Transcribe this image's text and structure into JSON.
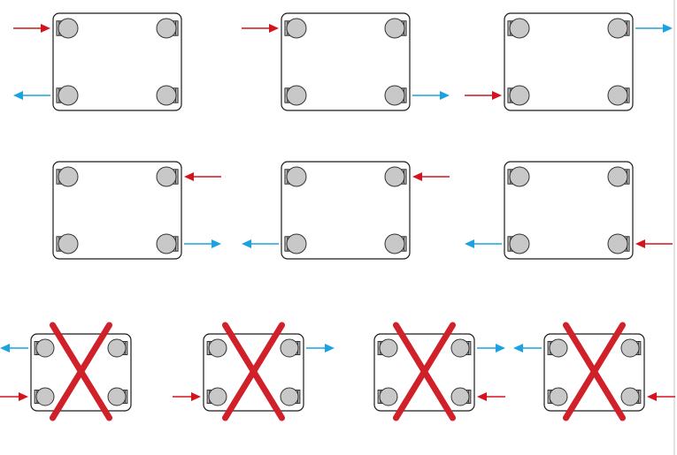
{
  "colors": {
    "supply_arrow": "#d3141d",
    "return_arrow": "#1aa3e0",
    "invalid_cross": "#d0202a",
    "valve_fill": "#c8c8c8",
    "frame": "#1a1a1a"
  },
  "icons": {
    "valve": "radiator-valve-icon",
    "supply": "supply-arrow-icon",
    "return": "return-arrow-icon",
    "invalid": "invalid-cross-icon"
  },
  "rows": [
    {
      "size": "large",
      "valid": true,
      "items": [
        {
          "supply": "top-left",
          "return": "bottom-left"
        },
        {
          "supply": "top-left",
          "return": "bottom-right"
        },
        {
          "supply": "bottom-left",
          "return": "top-right"
        }
      ]
    },
    {
      "size": "large",
      "valid": true,
      "items": [
        {
          "supply": "top-right",
          "return": "bottom-right"
        },
        {
          "supply": "top-right",
          "return": "bottom-left"
        },
        {
          "supply": "bottom-right",
          "return": "bottom-left"
        }
      ]
    },
    {
      "size": "small",
      "valid": false,
      "items": [
        {
          "supply": "bottom-left",
          "return": "top-left"
        },
        {
          "supply": "bottom-left",
          "return": "top-right"
        },
        {
          "supply": "bottom-right",
          "return": "top-right"
        },
        {
          "supply": "bottom-right",
          "return": "top-left"
        }
      ]
    }
  ]
}
